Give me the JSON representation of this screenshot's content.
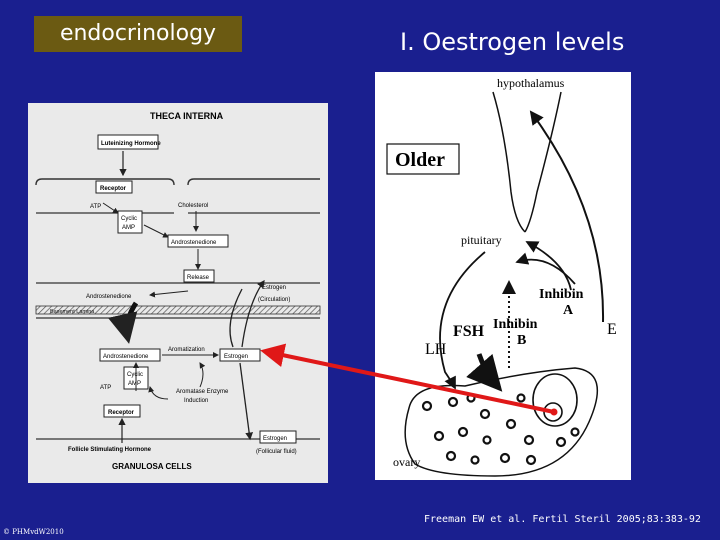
{
  "slide": {
    "topic_label": "endocrinology",
    "title": "I. Oestrogen levels",
    "citation": "Freeman EW et al. Fertil Steril 2005;83:383-92",
    "copyright": "© PHMvdW2010"
  },
  "left_diagram": {
    "theca_title": "THECA INTERNA",
    "lh": "Luteinizing Hormone",
    "receptor_top": "Receptor",
    "atp_top": "ATP",
    "cyclic_top_1": "Cyclic",
    "cyclic_top_2": "AMP",
    "cholesterol": "Cholesterol",
    "androstenedione_top": "Androstenedione",
    "release": "Release",
    "androstenedione_mid": "Androstenedione",
    "estrogen_circ": "Estrogen",
    "circulation": "(Circulation)",
    "basement": "Basement Lamina",
    "androstenedione_low": "Androstenedione",
    "aromatization": "Aromatization",
    "estrogen_low": "Estrogen",
    "atp_low": "ATP",
    "cyclic_low_1": "Cyclic",
    "cyclic_low_2": "AMP",
    "aromatase_1": "Aromatase Enzyme",
    "aromatase_2": "Induction",
    "receptor_low": "Receptor",
    "fsh_full": "Follicle Stimulating Hormone",
    "estrogen_foll": "Estrogen",
    "follicular": "(Follicular fluid)",
    "granulosa_title": "GRANULOSA CELLS"
  },
  "right_diagram": {
    "hypothalamus": "hypothalamus",
    "older": "Older",
    "pituitary": "pituitary",
    "inhibin_a_1": "Inhibin",
    "inhibin_a_2": "A",
    "fsh": "FSH",
    "inhibin_b_1": "Inhibin",
    "inhibin_b_2": "B",
    "e": "E",
    "lh": "LH",
    "ovary": "ovary"
  },
  "colors": {
    "background": "#1a1f8f",
    "topic_box": "#6b5a12",
    "pointer_arrow": "#e01818"
  }
}
